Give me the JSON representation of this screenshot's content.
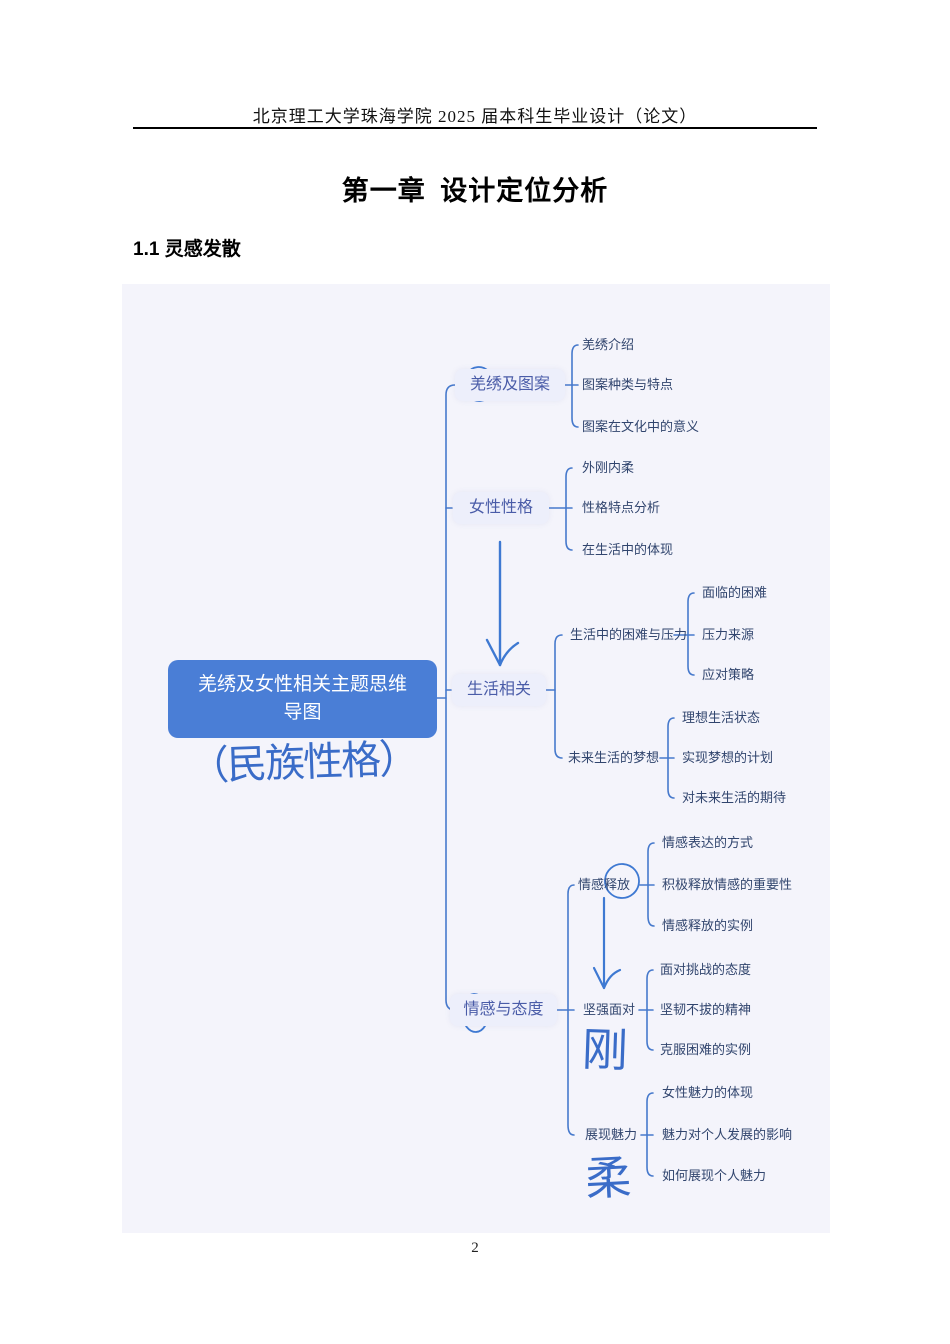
{
  "document": {
    "header": "北京理工大学珠海学院 2025 届本科生毕业设计（论文）",
    "chapter_title": "第一章 设计定位分析",
    "section_heading": "1.1 灵感发散",
    "page_number": "2"
  },
  "mindmap": {
    "type": "mindmap-figure",
    "root": "羌绣及女性相关主题思维导图",
    "handwritten_annotations": {
      "root_note": "（民族性格）",
      "strong": "刚",
      "soft": "柔"
    },
    "colors": {
      "root_fill": "#4a7ed6",
      "root_text": "#ffffff",
      "branch_fill": "#edeffb",
      "branch_text": "#4a5ca8",
      "leaf_text": "#31456e",
      "line": "#4679cc",
      "handwriting": "#3a6cc8",
      "panel_bg": "#f4f4fb"
    },
    "branches": [
      {
        "label": "羌绣及图案",
        "hand_drawn_circle_on": "羌",
        "children": [
          {
            "label": "羌绣介绍"
          },
          {
            "label": "图案种类与特点"
          },
          {
            "label": "图案在文化中的意义"
          }
        ]
      },
      {
        "label": "女性性格",
        "children": [
          {
            "label": "外刚内柔"
          },
          {
            "label": "性格特点分析"
          },
          {
            "label": "在生活中的体现"
          }
        ]
      },
      {
        "label": "生活相关",
        "children": [
          {
            "label": "生活中的困难与压力",
            "children": [
              {
                "label": "面临的困难"
              },
              {
                "label": "压力来源"
              },
              {
                "label": "应对策略"
              }
            ]
          },
          {
            "label": "未来生活的梦想",
            "children": [
              {
                "label": "理想生活状态"
              },
              {
                "label": "实现梦想的计划"
              },
              {
                "label": "对未来生活的期待"
              }
            ]
          }
        ]
      },
      {
        "label": "情感与态度",
        "hand_drawn_circle_on": "情",
        "children": [
          {
            "label": "情感释放",
            "hand_drawn_circle_on": "放",
            "children": [
              {
                "label": "情感表达的方式"
              },
              {
                "label": "积极释放情感的重要性"
              },
              {
                "label": "情感释放的实例"
              }
            ]
          },
          {
            "label": "坚强面对",
            "children": [
              {
                "label": "面对挑战的态度"
              },
              {
                "label": "坚韧不拔的精神"
              },
              {
                "label": "克服困难的实例"
              }
            ]
          },
          {
            "label": "展现魅力",
            "children": [
              {
                "label": "女性魅力的体现"
              },
              {
                "label": "魅力对个人发展的影响"
              },
              {
                "label": "如何展现个人魅力"
              }
            ]
          }
        ]
      }
    ]
  }
}
